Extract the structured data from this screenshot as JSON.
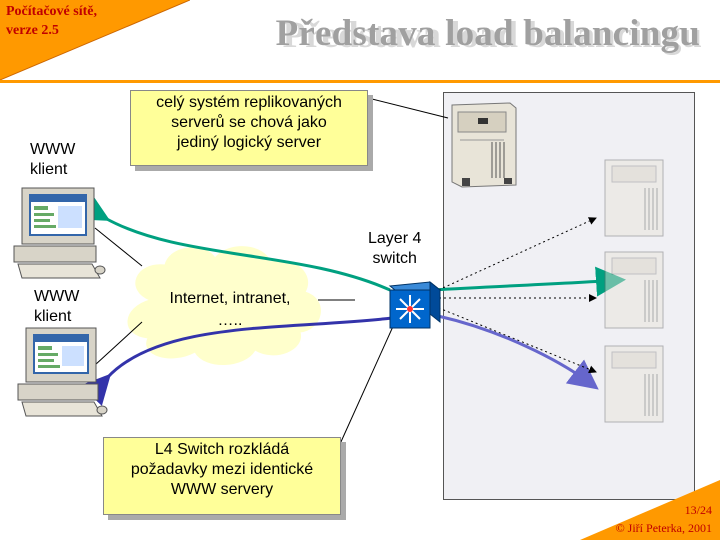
{
  "corner": {
    "course": "Počítačové sítě,\nverze 2.5"
  },
  "title": "Představa load balancingu",
  "notes": {
    "top": [
      "celý systém replikovaných",
      "serverů se chová jako",
      "jediný logický server"
    ],
    "bottom": [
      "L4 Switch rozkládá",
      "požadavky mezi identické",
      "WWW servery"
    ]
  },
  "labels": {
    "client1": [
      "WWW",
      "klient"
    ],
    "client2": [
      "WWW",
      "klient"
    ],
    "switch": [
      "Layer 4",
      "switch"
    ],
    "cloud": [
      "Internet, intranet,",
      "….."
    ]
  },
  "footer": {
    "page": "13/24",
    "copyright": "© Jiří Peterka, 2001"
  },
  "colors": {
    "accent": "#ff9900",
    "note_bg": "#ffff99",
    "cloud": "#ffffcc",
    "switch": "#0066cc",
    "green_path": "#00a080",
    "blue_path": "#3333aa",
    "corner_text": "#c00000"
  }
}
